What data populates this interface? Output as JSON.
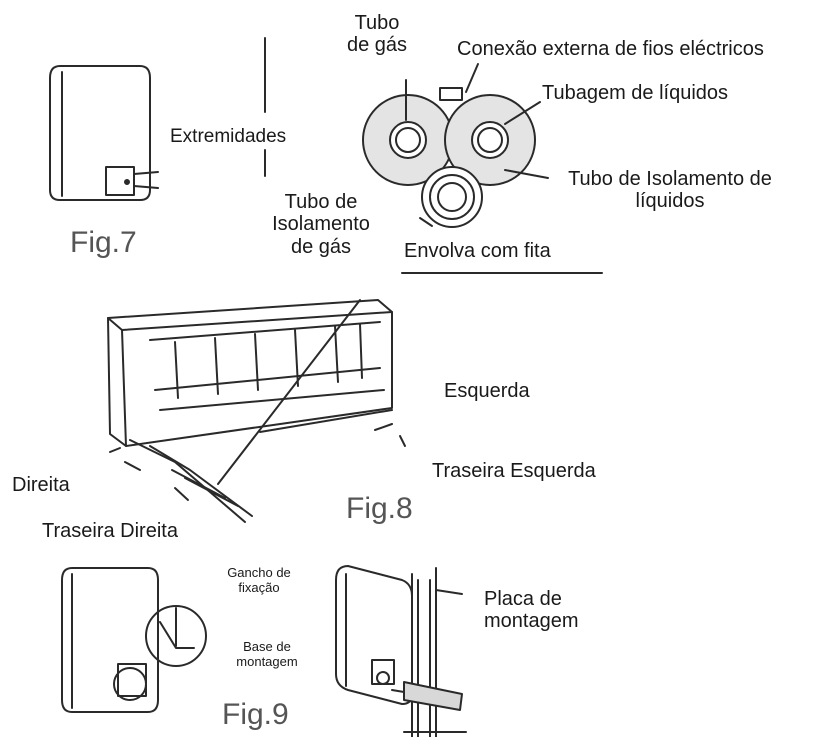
{
  "figures": {
    "fig7": "Fig.7",
    "fig8": "Fig.8",
    "fig9": "Fig.9"
  },
  "labels": {
    "tubo_gas": [
      "Tubo",
      "de gás"
    ],
    "conexao": "Conexão externa de fios eléctricos",
    "tubagem_liquidos": "Tubagem de líquidos",
    "extremidades": "Extremidades",
    "isolamento_liquidos": [
      "Tubo de Isolamento de",
      "líquidos"
    ],
    "isolamento_gas": [
      "Tubo de",
      "Isolamento",
      "de gás"
    ],
    "envolva": "Envolva com fita",
    "esquerda": "Esquerda",
    "traseira_esquerda": "Traseira Esquerda",
    "direita": "Direita",
    "traseira_direita": "Traseira Direita",
    "gancho": [
      "Gancho de",
      "fixação"
    ],
    "base": [
      "Base de",
      "montagem"
    ],
    "placa": [
      "Placa de",
      "montagem"
    ]
  }
}
